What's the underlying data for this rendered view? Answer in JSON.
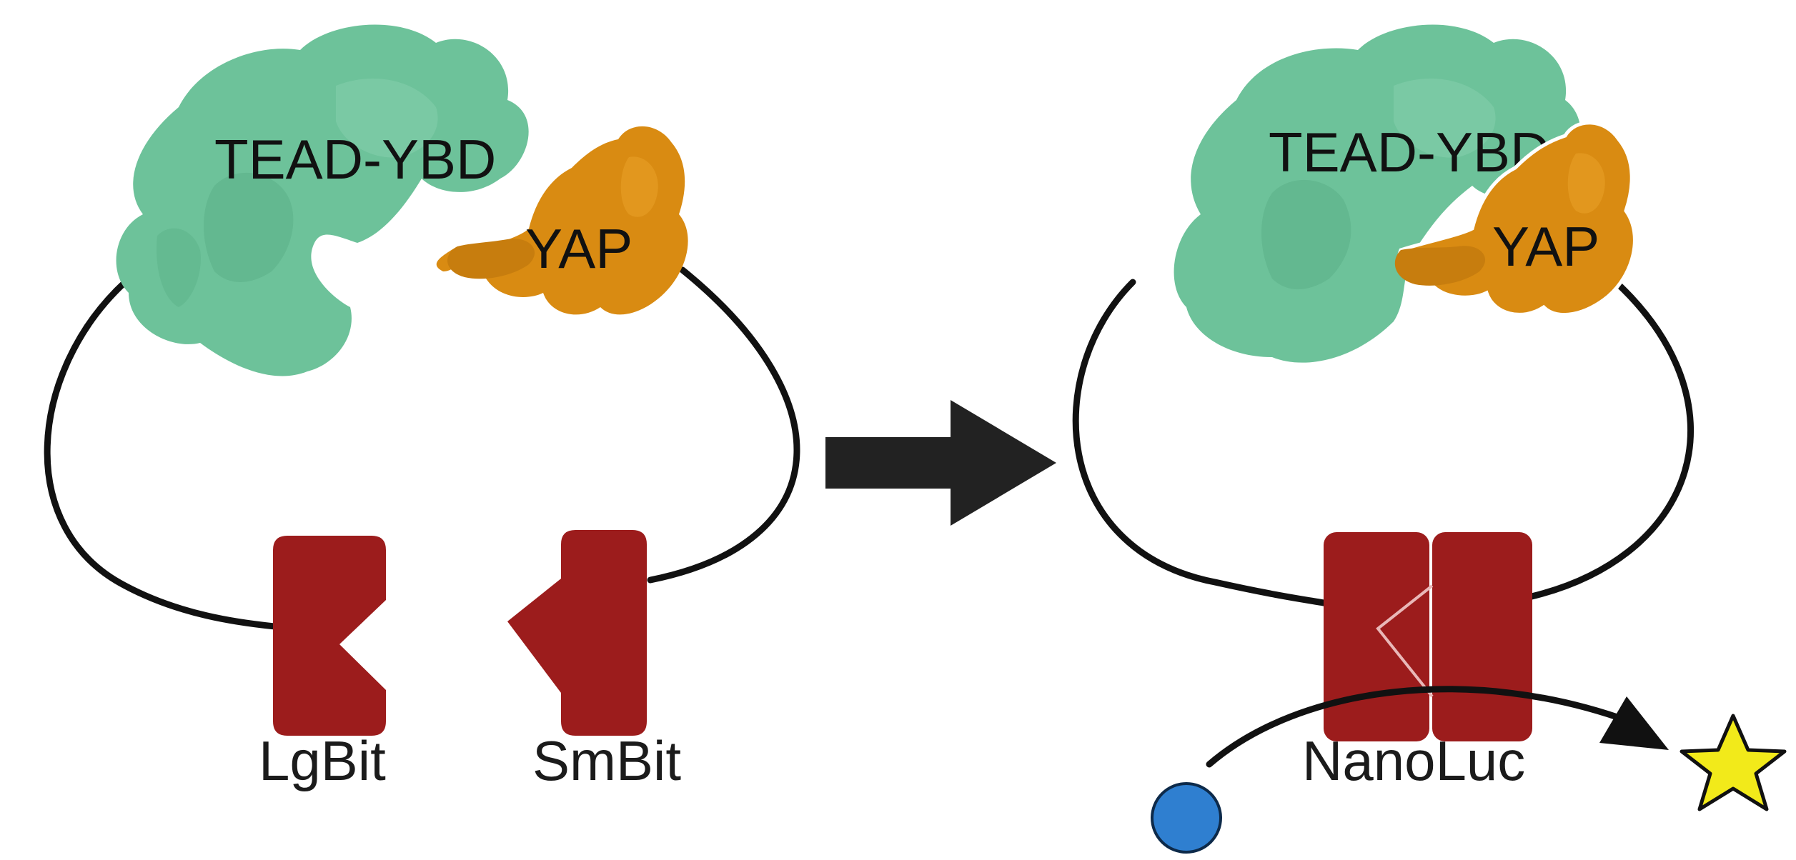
{
  "left_panel": {
    "tead_label": "TEAD-YBD",
    "yap_label": "YAP",
    "lgbit_label": "LgBit",
    "smbit_label": "SmBit"
  },
  "right_panel": {
    "tead_label": "TEAD-YBD",
    "yap_label": "YAP",
    "nanoluc_label": "NanoLuc"
  },
  "colors": {
    "tead": "#6dc29a",
    "yap": "#d98b12",
    "luciferase": "#9c1c1c",
    "loop": "#111111",
    "arrow": "#222222",
    "substrate": "#2f7fd0",
    "light": "#f2ea1a"
  }
}
